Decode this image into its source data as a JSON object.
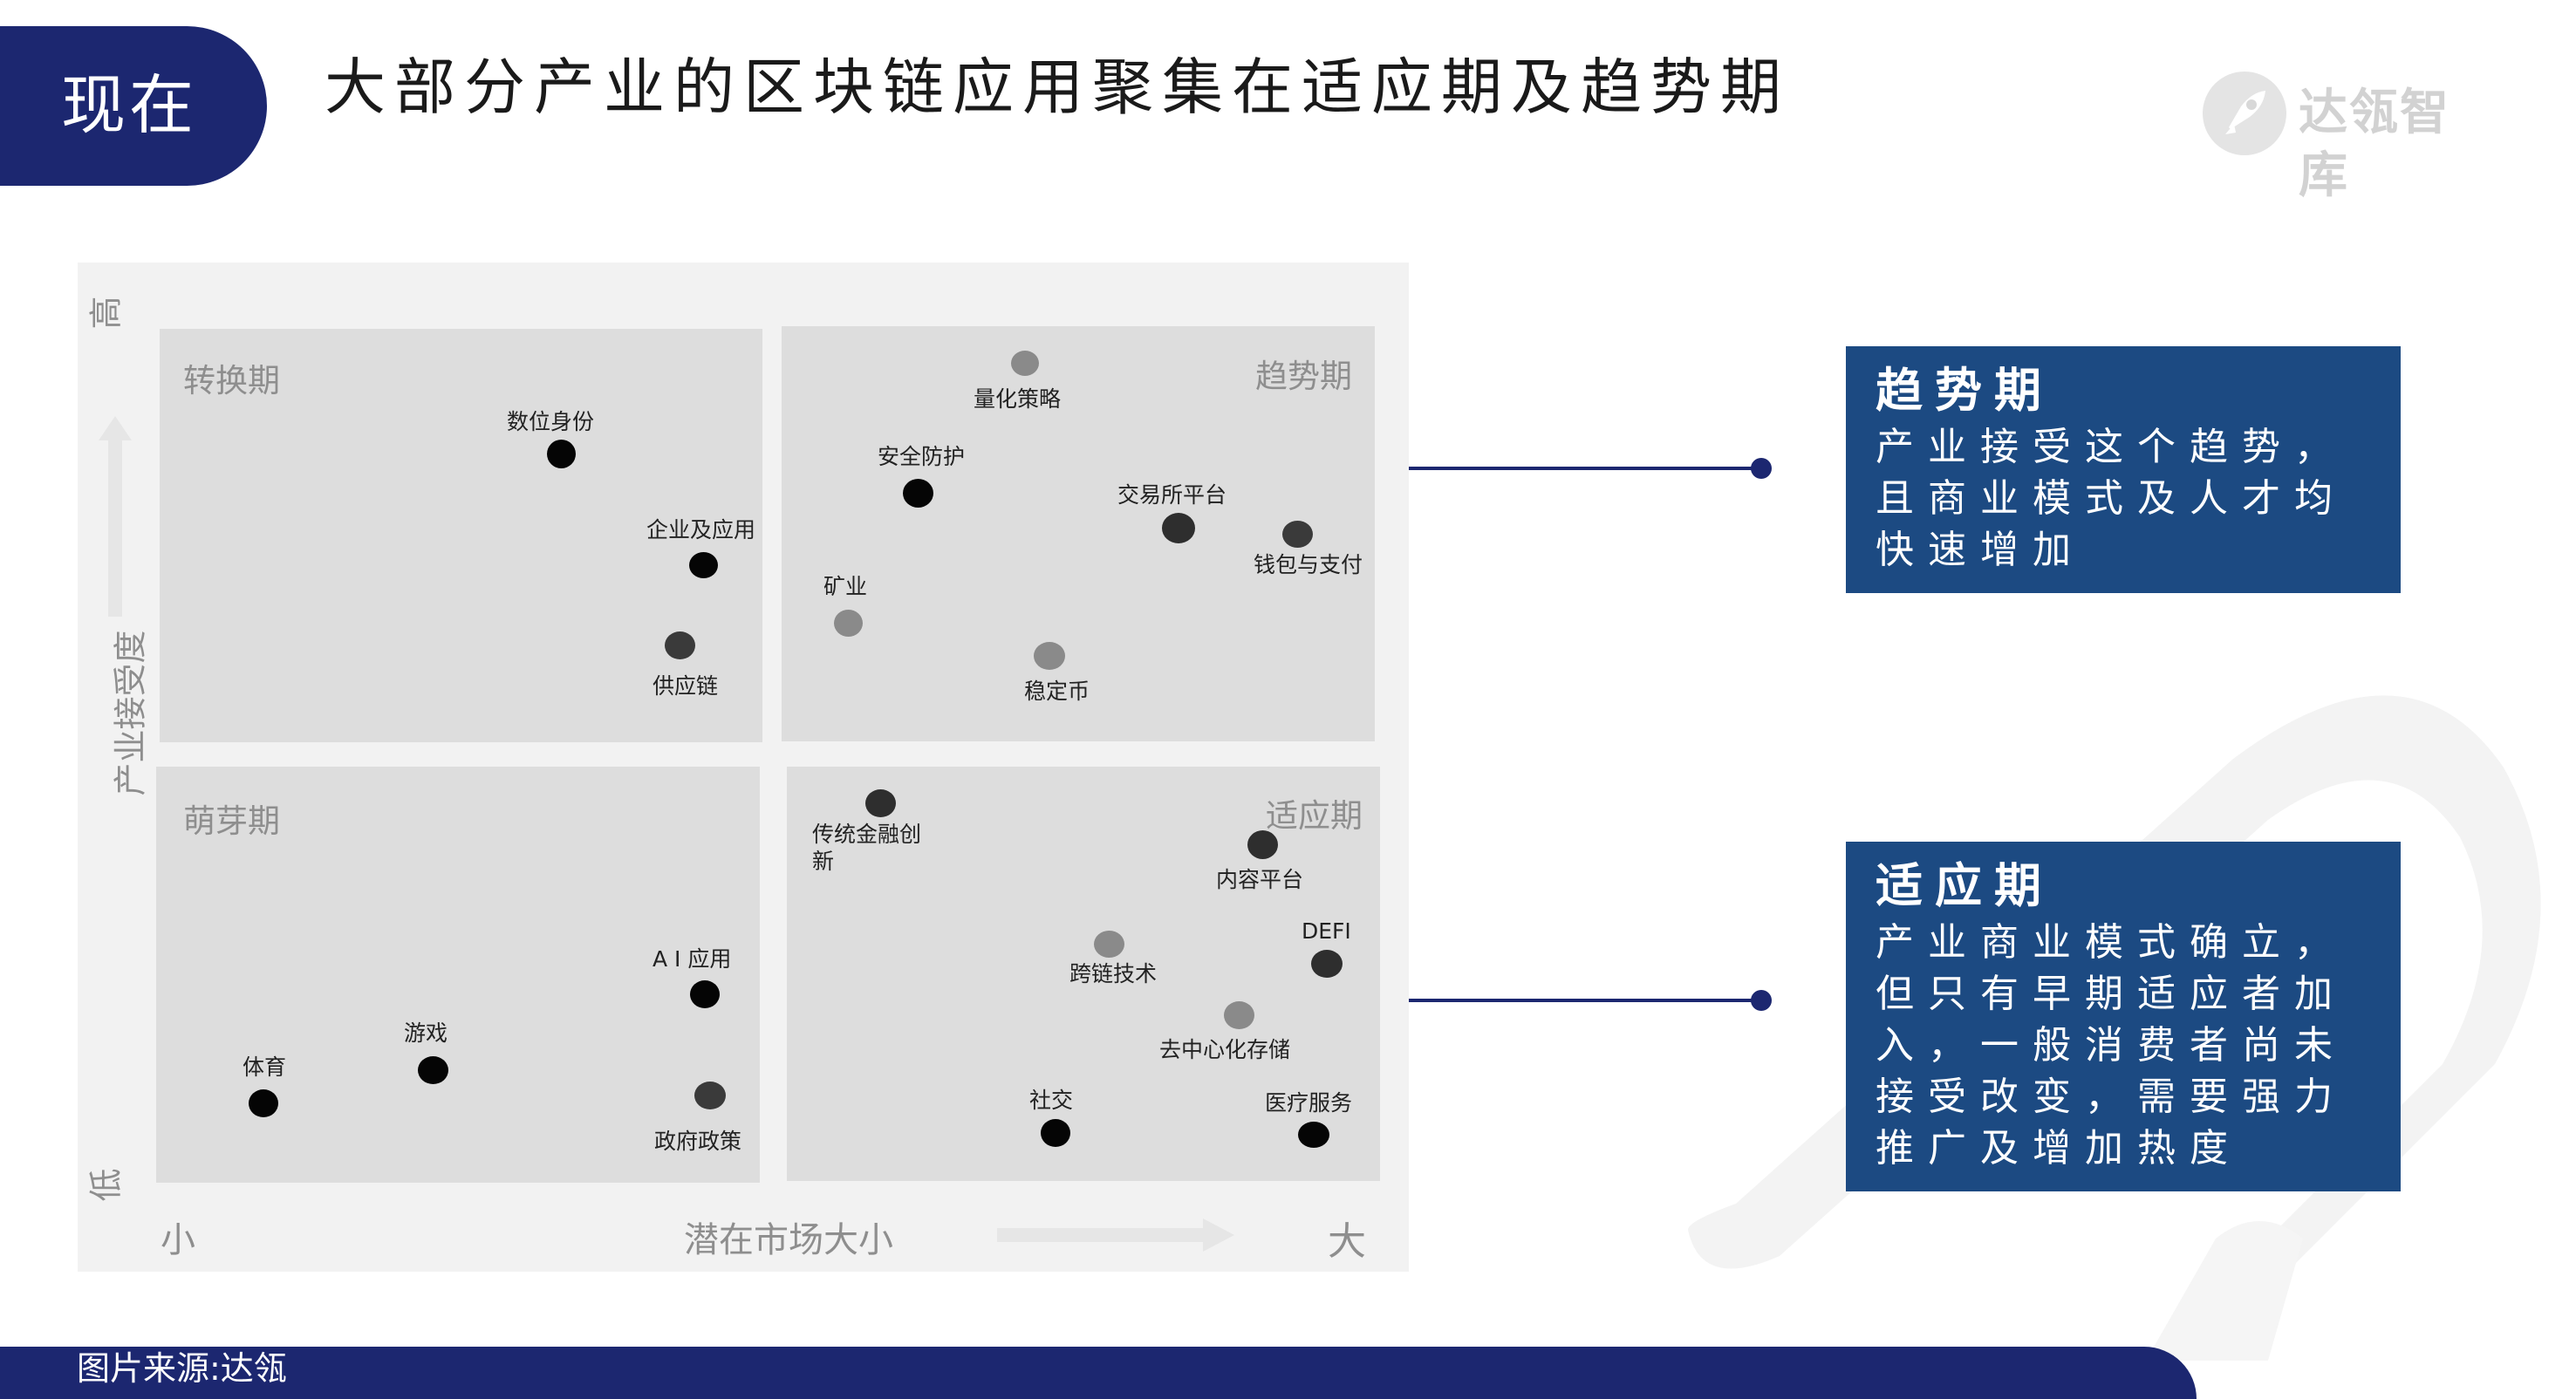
{
  "header": {
    "tab_label": "现在",
    "title": "大部分产业的区块链应用聚集在适应期及趋势期"
  },
  "brand": {
    "name": "达瓴智库",
    "icon": "rocket-icon"
  },
  "colors": {
    "navy": "#1c2770",
    "info_box": "#1c4a82",
    "quadrant": "#dddddd",
    "matrix_bg": "#f2f2f2",
    "label_gray": "#8e8e8e"
  },
  "matrix": {
    "y_axis": {
      "high": "高",
      "label": "产业接受度",
      "low": "低"
    },
    "x_axis": {
      "small": "小",
      "label": "潜在市场大小",
      "large": "大"
    },
    "quadrants": {
      "top_left": "转换期",
      "top_right": "趋势期",
      "bottom_left": "萌芽期",
      "bottom_right": "适应期"
    },
    "points": {
      "digital_id": "数位身份",
      "enterprise_apps": "企业及应用",
      "supply_chain": "供应链",
      "quant_strategy": "量化策略",
      "security": "安全防护",
      "exchange": "交易所平台",
      "wallet_payment": "钱包与支付",
      "mining": "矿业",
      "stablecoin": "稳定币",
      "ai_app": "A I 应用",
      "games": "游戏",
      "sports": "体育",
      "gov_policy": "政府政策",
      "fin_innovation_1": "传统金融创",
      "fin_innovation_2": "新",
      "content_platform": "内容平台",
      "defi": "DEFI",
      "cross_chain": "跨链技术",
      "decentralized_storage": "去中心化存储",
      "social": "社交",
      "medical": "医疗服务"
    }
  },
  "info_boxes": {
    "trend": {
      "title": "趋势期",
      "lines": [
        "产业接受这个趋势，",
        "且商业模式及人才均",
        "快速增加"
      ]
    },
    "adapt": {
      "title": "适应期",
      "lines": [
        "产业商业模式确立，",
        "但只有早期适应者加",
        "入，一般消费者尚未",
        "接受改变，需要强力",
        "推广及增加热度"
      ]
    }
  },
  "footer": {
    "source": "图片来源:达瓴"
  }
}
